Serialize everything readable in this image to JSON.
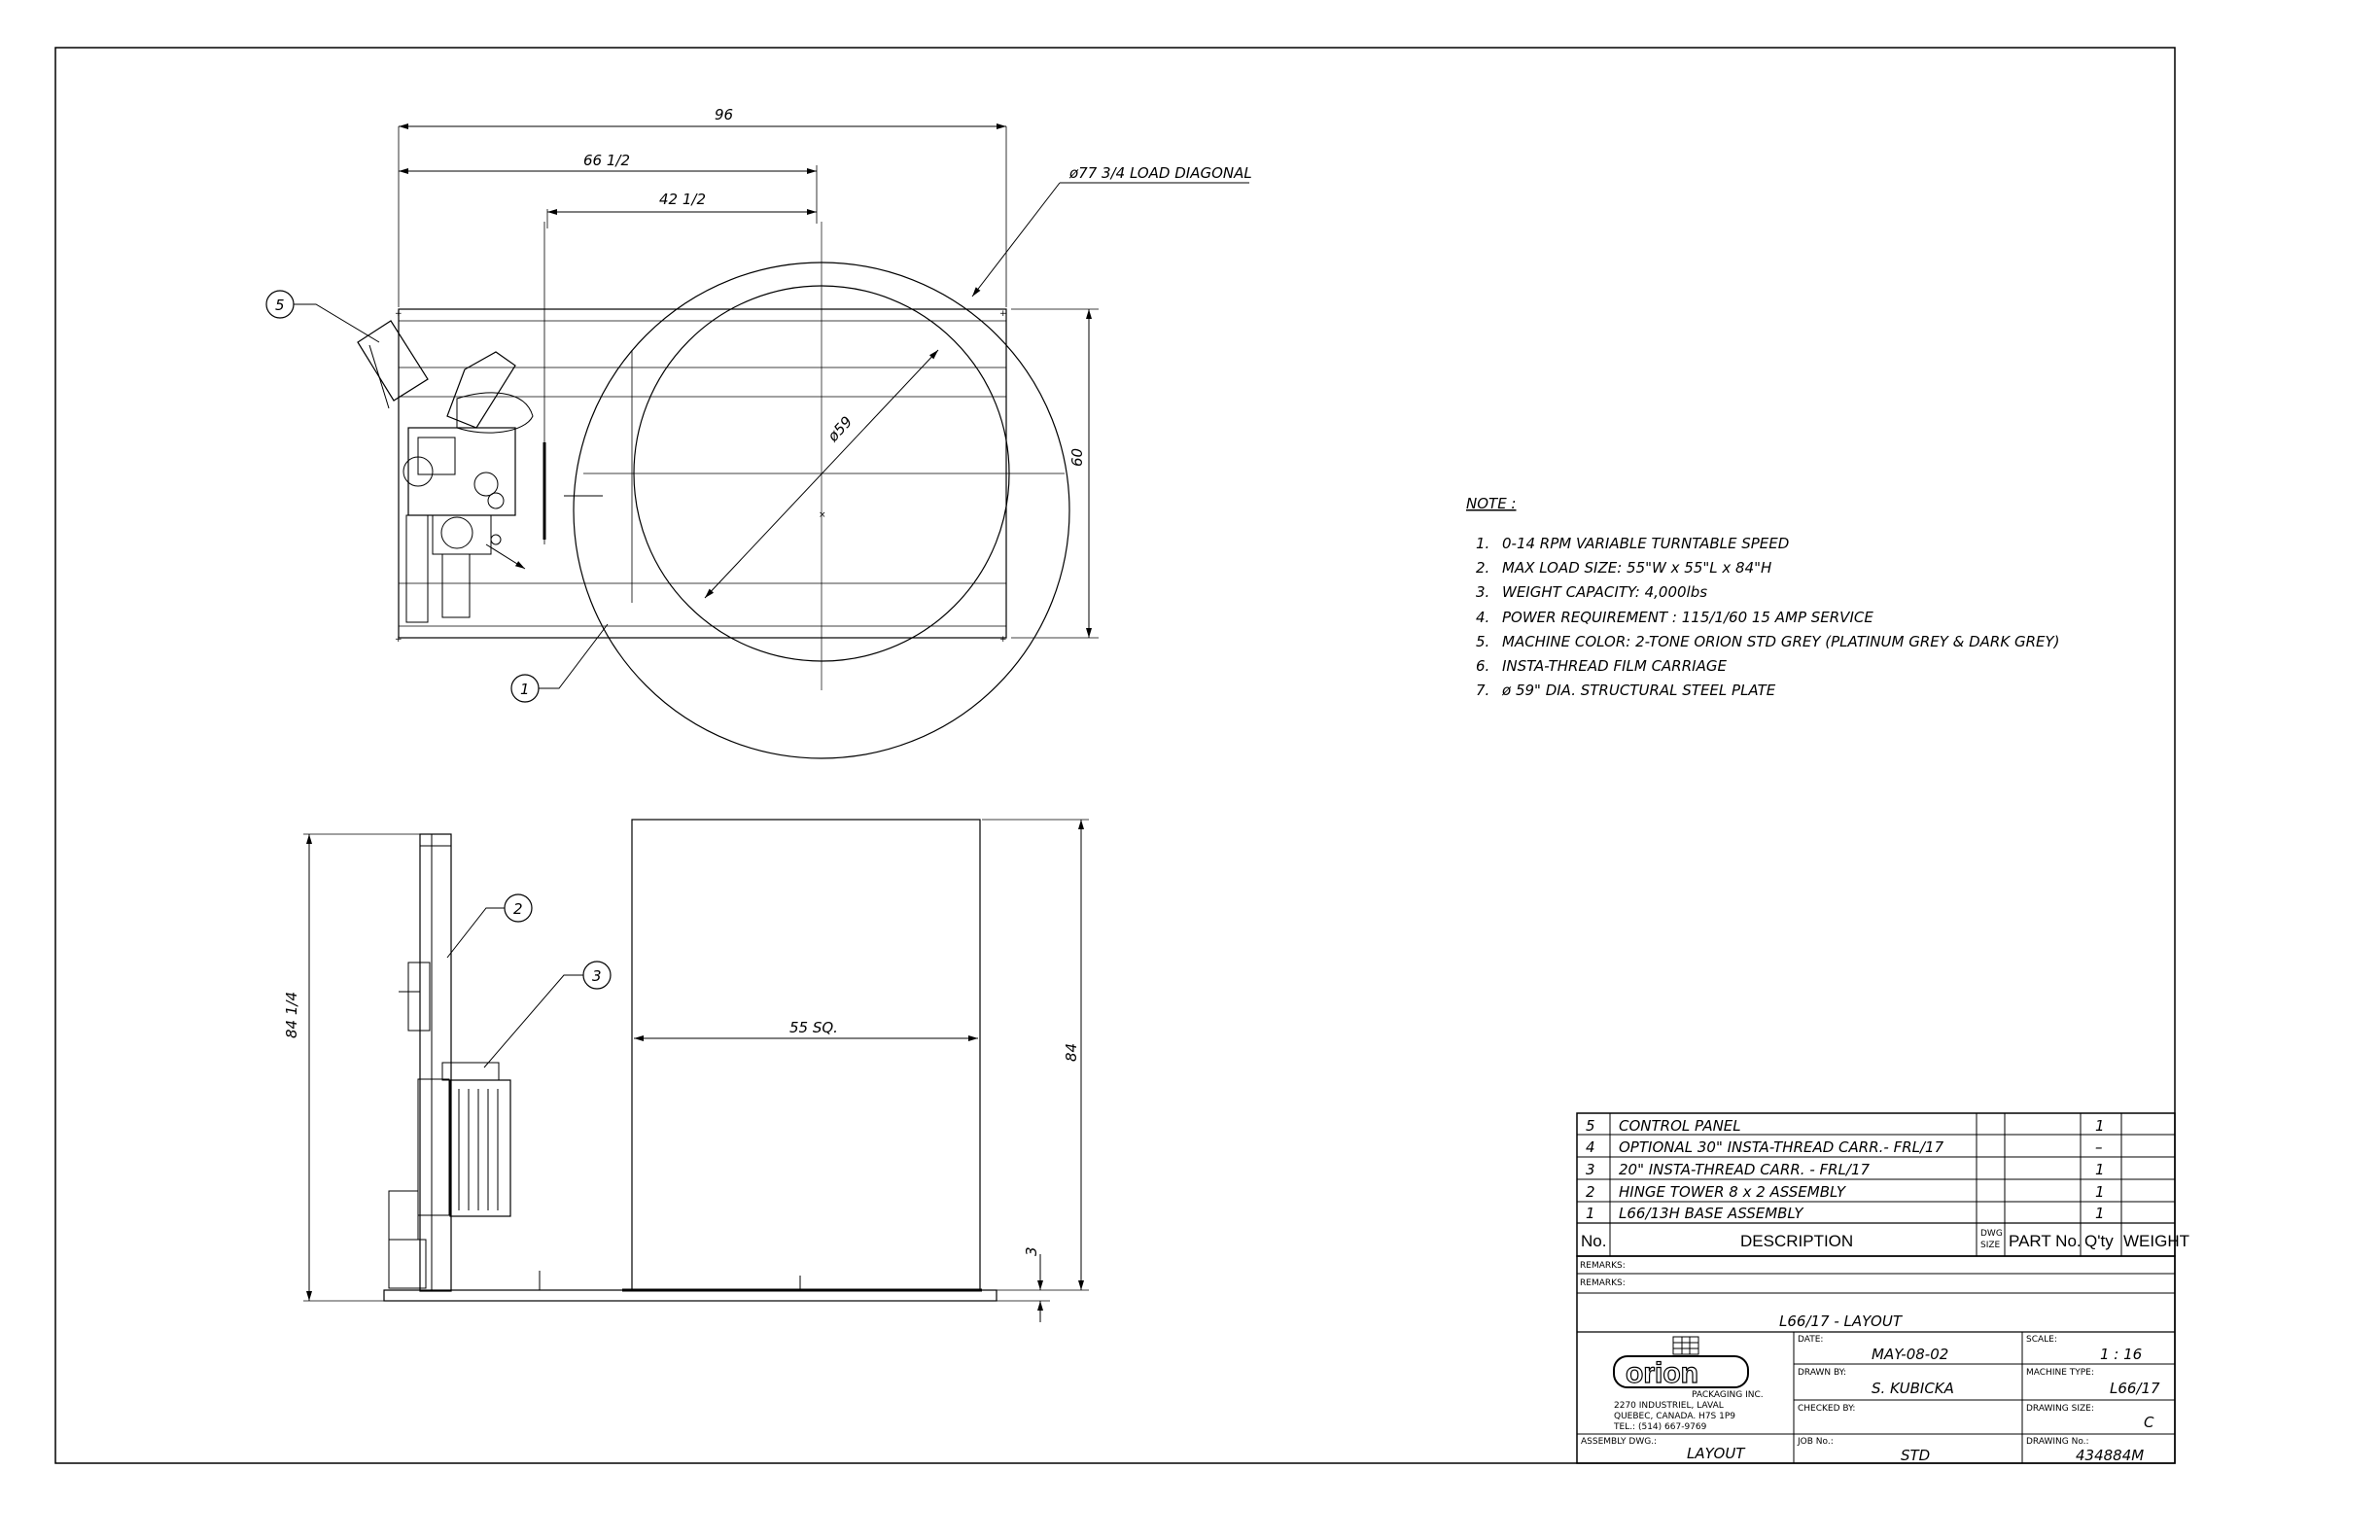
{
  "plan_view": {
    "dims": {
      "overall_width": "96",
      "post_to_center": "66 1/2",
      "film_to_center": "42 1/2",
      "depth": "60",
      "turntable_dia": "ø59",
      "load_diagonal": "ø77 3/4 LOAD DIAGONAL"
    },
    "balloons": {
      "control_panel": "5",
      "base": "1"
    }
  },
  "elevation_view": {
    "dims": {
      "tower_height": "84 1/4",
      "load_height": "84",
      "load_width": "55 SQ.",
      "base_height": "3"
    },
    "balloons": {
      "tower": "2",
      "carriage": "3"
    }
  },
  "notes": {
    "heading": "NOTE :",
    "items": [
      {
        "num": "1.",
        "text": "0-14 RPM VARIABLE TURNTABLE SPEED"
      },
      {
        "num": "2.",
        "text": "MAX LOAD SIZE: 55\"W x 55\"L x 84\"H"
      },
      {
        "num": "3.",
        "text": "WEIGHT CAPACITY: 4,000lbs"
      },
      {
        "num": "4.",
        "text": "POWER REQUIREMENT :  115/1/60 15 AMP SERVICE"
      },
      {
        "num": "5.",
        "text": "MACHINE COLOR: 2-TONE ORION STD GREY (PLATINUM GREY & DARK GREY)"
      },
      {
        "num": "6.",
        "text": "INSTA-THREAD FILM CARRIAGE"
      },
      {
        "num": "7.",
        "text": "ø 59\" DIA. STRUCTURAL STEEL PLATE"
      }
    ]
  },
  "bom": {
    "rows": [
      {
        "no": "5",
        "desc": "CONTROL PANEL",
        "qty": "1"
      },
      {
        "no": "4",
        "desc": "OPTIONAL 30\" INSTA-THREAD CARR.- FRL/17",
        "qty": "–"
      },
      {
        "no": "3",
        "desc": "20\" INSTA-THREAD CARR. - FRL/17",
        "qty": "1"
      },
      {
        "no": "2",
        "desc": "HINGE TOWER 8 x 2  ASSEMBLY",
        "qty": "1"
      },
      {
        "no": "1",
        "desc": "L66/13H BASE ASSEMBLY",
        "qty": "1"
      }
    ],
    "headers": {
      "no": "No.",
      "desc": "DESCRIPTION",
      "dwg_line1": "DWG",
      "dwg_line2": "SIZE",
      "part": "PART No.",
      "qty": "Q'ty",
      "weight": "WEIGHT"
    },
    "remarks_label": "REMARKS:"
  },
  "title_block": {
    "title": "L66/17  - LAYOUT",
    "company": {
      "logo": "orion",
      "name": "PACKAGING INC.",
      "address1": "2270 INDUSTRIEL, LAVAL",
      "address2": "QUEBEC, CANADA. H7S 1P9",
      "phone": "TEL.: (514) 667-9769"
    },
    "date_label": "DATE:",
    "date": "MAY-08-02",
    "drawn_label": "DRAWN BY:",
    "drawn_by": "S. KUBICKA",
    "checked_label": "CHECKED BY:",
    "checked_by": "",
    "scale_label": "SCALE:",
    "scale": "1 : 16",
    "machine_label": "MACHINE TYPE:",
    "machine_type": "L66/17",
    "size_label": "DRAWING SIZE:",
    "size": "C",
    "assembly_label": "ASSEMBLY DWG.:",
    "assembly": "LAYOUT",
    "job_label": "JOB No.:",
    "job": "STD",
    "drawing_no_label": "DRAWING No.:",
    "drawing_no": "434884M"
  }
}
